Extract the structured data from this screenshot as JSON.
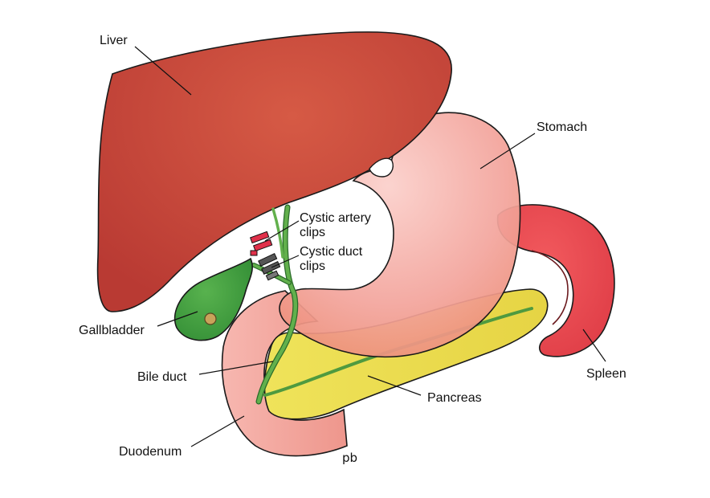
{
  "labels": {
    "liver": "Liver",
    "stomach": "Stomach",
    "cystic_artery_clips": [
      "Cystic artery",
      "clips"
    ],
    "cystic_duct_clips": [
      "Cystic duct",
      "clips"
    ],
    "gallbladder": "Gallbladder",
    "bile_duct": "Bile duct",
    "spleen": "Spleen",
    "pancreas": "Pancreas",
    "duodenum": "Duodenum"
  },
  "signature": "pb",
  "colors": {
    "liver": "#c6463a",
    "stomach": "#f3a7a0",
    "spleen": "#e8424a",
    "pancreas": "#ecdf4f",
    "gallbladder": "#3f9a3c",
    "duct": "#55a345",
    "duodenum": "#f2a19a",
    "artery_clip": "#e0304a",
    "duct_clip": "#333333"
  }
}
